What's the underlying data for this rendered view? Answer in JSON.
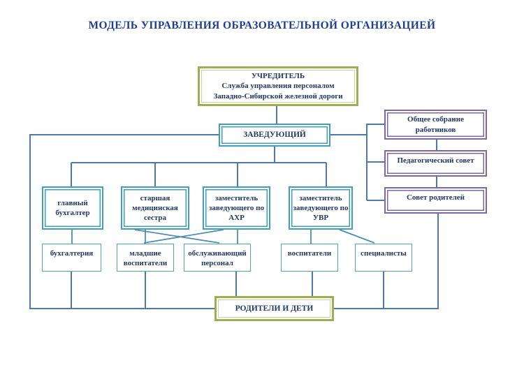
{
  "title": "МОДЕЛЬ УПРАВЛЕНИЯ ОБРАЗОВАТЕЛЬНОЙ ОРГАНИЗАЦИЕЙ",
  "colors": {
    "title_text": "#1d3e96",
    "node_text": "#1f3864",
    "teal_border": "#3f9fbe",
    "purple_border": "#7e68a4",
    "green_border": "#9cb052",
    "connector": "#4c7aae"
  },
  "nodes": {
    "founder": {
      "lines": [
        "УЧРЕДИТЕЛЬ",
        "Служба управления персоналом",
        "Западно-Сибирской железной дороги"
      ]
    },
    "head": {
      "label": "ЗАВЕДУЮЩИЙ"
    },
    "general_meeting": {
      "label": "Общее собрание работников"
    },
    "pedagogical_council": {
      "label": "Педагогический совет"
    },
    "parents_council": {
      "label": "Совет родителей"
    },
    "chief_accountant": {
      "label": "главный бухгалтер"
    },
    "senior_nurse": {
      "label": "старшая медицинская сестра"
    },
    "deputy_ahr": {
      "label": "заместитель заведующего по АХР"
    },
    "deputy_uvr": {
      "label": "заместитель заведующего по УВР"
    },
    "accounting": {
      "label": "бухгалтерия"
    },
    "junior_teachers": {
      "label": "младшие воспитатели"
    },
    "service_staff": {
      "label": "обслуживающий персонал"
    },
    "teachers": {
      "label": "воспитатели"
    },
    "specialists": {
      "label": "специалисты"
    },
    "parents_children": {
      "label": "РОДИТЕЛИ И ДЕТИ"
    }
  }
}
